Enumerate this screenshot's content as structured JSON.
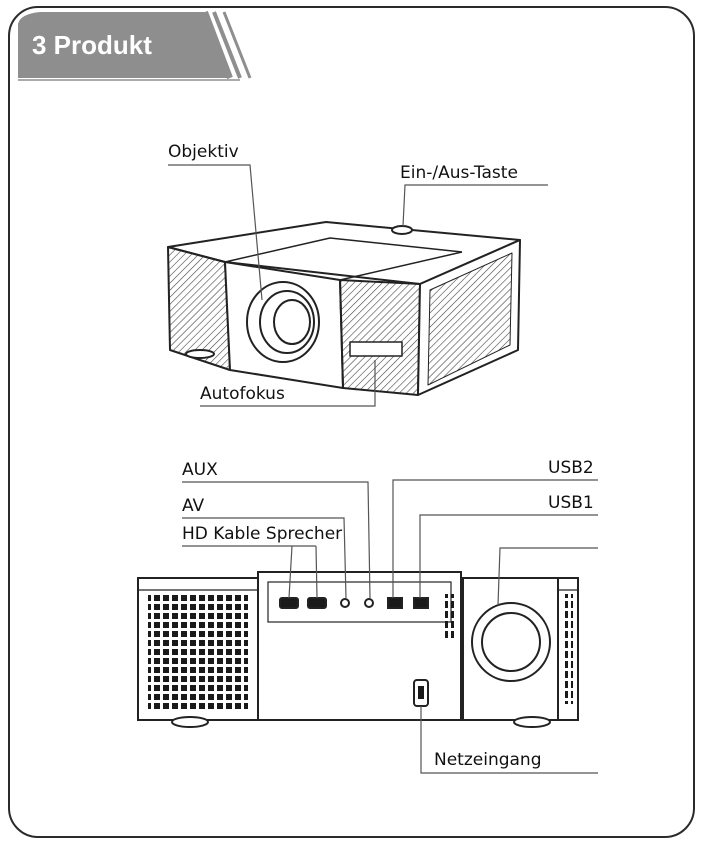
{
  "header": {
    "title": "3 Produkt"
  },
  "labels": {
    "objektiv": "Objektiv",
    "power": "Ein-/Aus-Taste",
    "autofokus": "Autofokus",
    "aux": "AUX",
    "av": "AV",
    "hd": "HD Kable Sprecher",
    "usb2": "USB2",
    "usb1": "USB1",
    "netz": "Netzeingang"
  },
  "colors": {
    "tab": "#8e8e8e",
    "line": "#222222"
  }
}
